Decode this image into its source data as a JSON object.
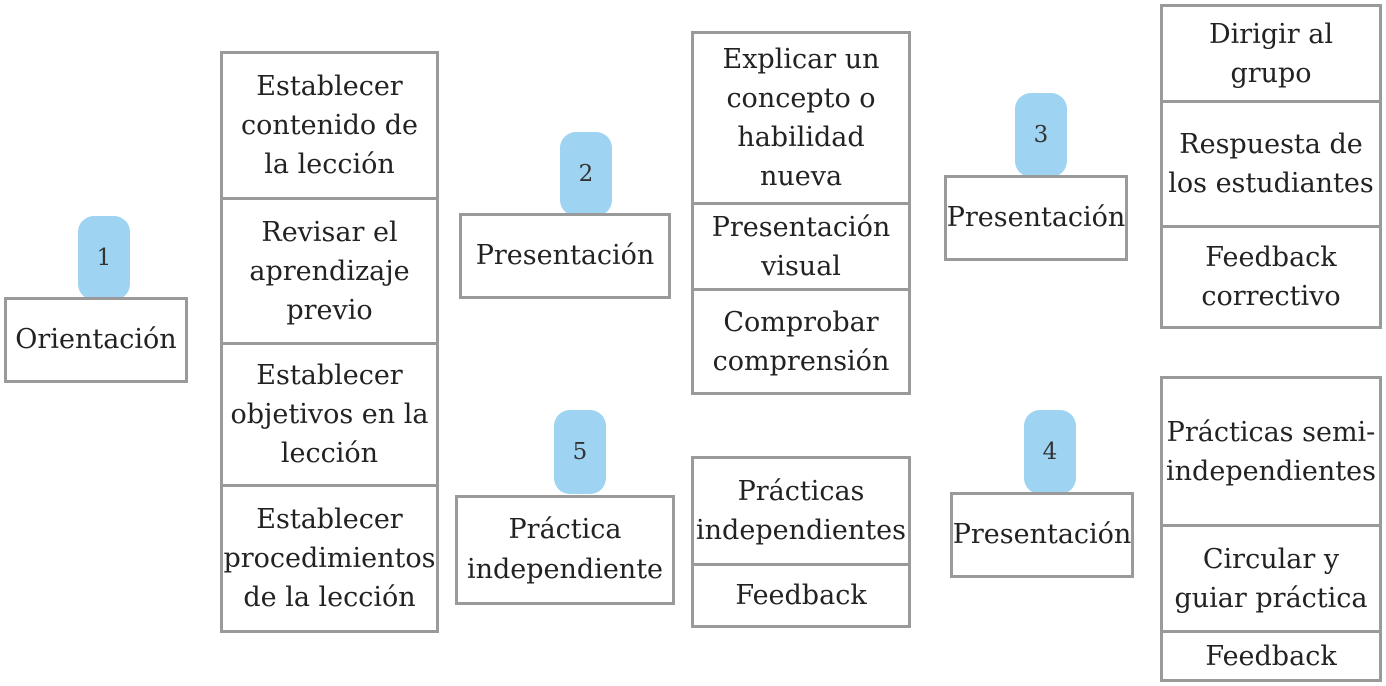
{
  "stages": [
    {
      "number": "1",
      "title": "Orientación"
    },
    {
      "number": "2",
      "title": "Presentación"
    },
    {
      "number": "3",
      "title": "Presentación"
    },
    {
      "number": "4",
      "title": "Presentación"
    },
    {
      "number": "5",
      "title": "Práctica\nindependiente"
    }
  ],
  "steps": {
    "orientacion": [
      "Establecer\ncontenido de\nla lección",
      "Revisar el\naprendizaje\nprevio",
      "Establecer\nobjetivos en la\nlección",
      "Establecer\nprocedimientos\nde la lección"
    ],
    "presentacion_2": [
      "Explicar un\nconcepto o\nhabilidad\nnueva",
      "Presentación\nvisual",
      "Comprobar\ncomprensión"
    ],
    "presentacion_3": [
      "Dirigir al\ngrupo",
      "Respuesta de\nlos estudiantes",
      "Feedback\ncorrectivo"
    ],
    "presentacion_4": [
      "Prácticas semi-\nindependientes",
      "Circular y\nguiar práctica",
      "Feedback"
    ],
    "practica_5": [
      "Prácticas\nindependientes",
      "Feedback"
    ]
  }
}
